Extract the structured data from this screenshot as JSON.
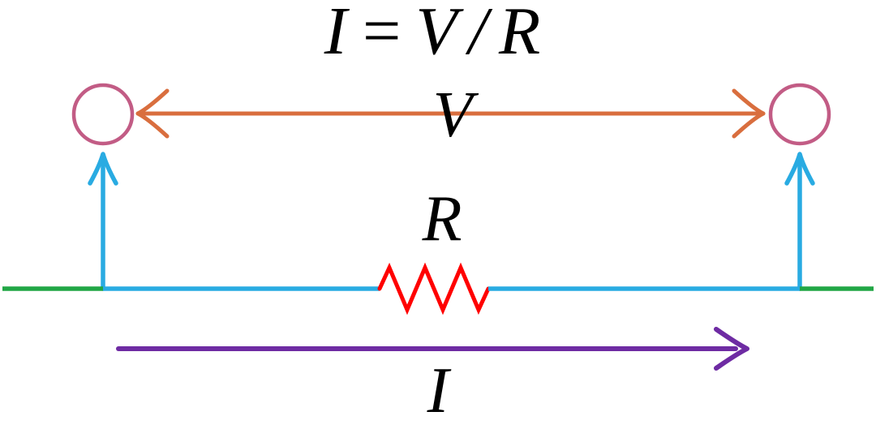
{
  "labels": {
    "formula": "I=V/R",
    "voltage": "V",
    "resistance": "R",
    "current": "I"
  },
  "colors": {
    "text": "#000000",
    "voltage_arrow": "#d96e3e",
    "terminal": "#c25c85",
    "probe_arrow": "#29abe2",
    "wire_end": "#21a645",
    "wire_mid": "#29abe2",
    "resistor": "#ff0000",
    "current_arrow": "#6e2ba3"
  }
}
